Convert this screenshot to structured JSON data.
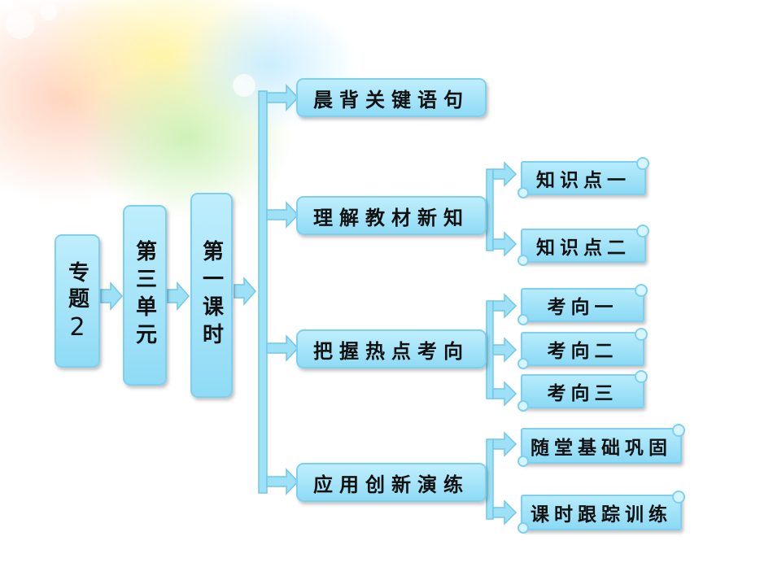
{
  "root": {
    "label_chars": "专题",
    "number": "2"
  },
  "unit": {
    "label": "第三单元"
  },
  "lesson": {
    "label": "第一课时"
  },
  "sections": [
    {
      "label": "晨背关键语句",
      "children": []
    },
    {
      "label": "理解教材新知",
      "children": [
        "知识点一",
        "知识点二"
      ]
    },
    {
      "label": "把握热点考向",
      "children": [
        "考向一",
        "考向二",
        "考向三"
      ]
    },
    {
      "label": "应用创新演练",
      "children": [
        "随堂基础巩固",
        "课时跟踪训练"
      ]
    }
  ],
  "colors": {
    "box_fill": "#a6e4f8",
    "border": "#7fd0ef",
    "arrow": "#8edcf5"
  }
}
